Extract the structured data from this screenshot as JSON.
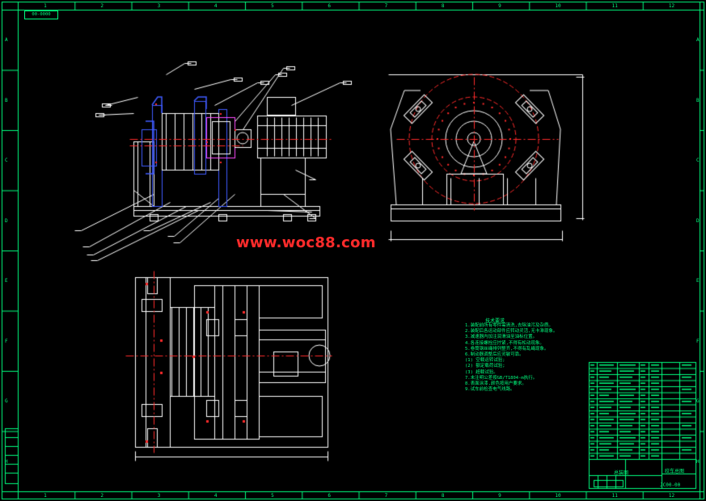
{
  "watermark": "www.woc88.com",
  "drawing_code": "00-0000",
  "notes": {
    "title": "技术要求",
    "lines": [
      "1.装配前所有零件需清洗,去除油污及杂质。",
      "2.装配后各运动部件应转动灵活,无卡滞现象。",
      "3.减速器内加注润滑油至油标位置。",
      "4.各连接螺栓应拧紧,不得有松动现象。",
      "5.卷筒钢丝绳排列整齐,不得有乱绳现象。",
      "6.制动器调整后应灵敏可靠。",
      "(1) 空载运转试验;",
      "(2) 额定载荷试验;",
      "(3) 超载试验。",
      "7.未注明公差按GB/T1804-m执行。",
      "8.表面涂漆,颜色按用户要求。",
      "9.试车前检查电气线路。"
    ]
  },
  "title_block": {
    "drawing_name": "绞车总图",
    "drawing_number": "JC00-00",
    "revision_label": "总装图"
  },
  "grid": {
    "columns": [
      "1",
      "2",
      "3",
      "4",
      "5",
      "6",
      "7",
      "8",
      "9",
      "10",
      "11",
      "12"
    ],
    "rows": [
      "A",
      "B",
      "C",
      "D",
      "E",
      "F",
      "G",
      "H"
    ]
  },
  "colors": {
    "background": "#000000",
    "frame": "#00ff7f",
    "outline": "#ffffff",
    "hidden_blue": "#3f5bff",
    "red_center": "#ff2b2b",
    "cyan_dim": "#00e5ff",
    "magenta_part": "#ff4bff"
  }
}
